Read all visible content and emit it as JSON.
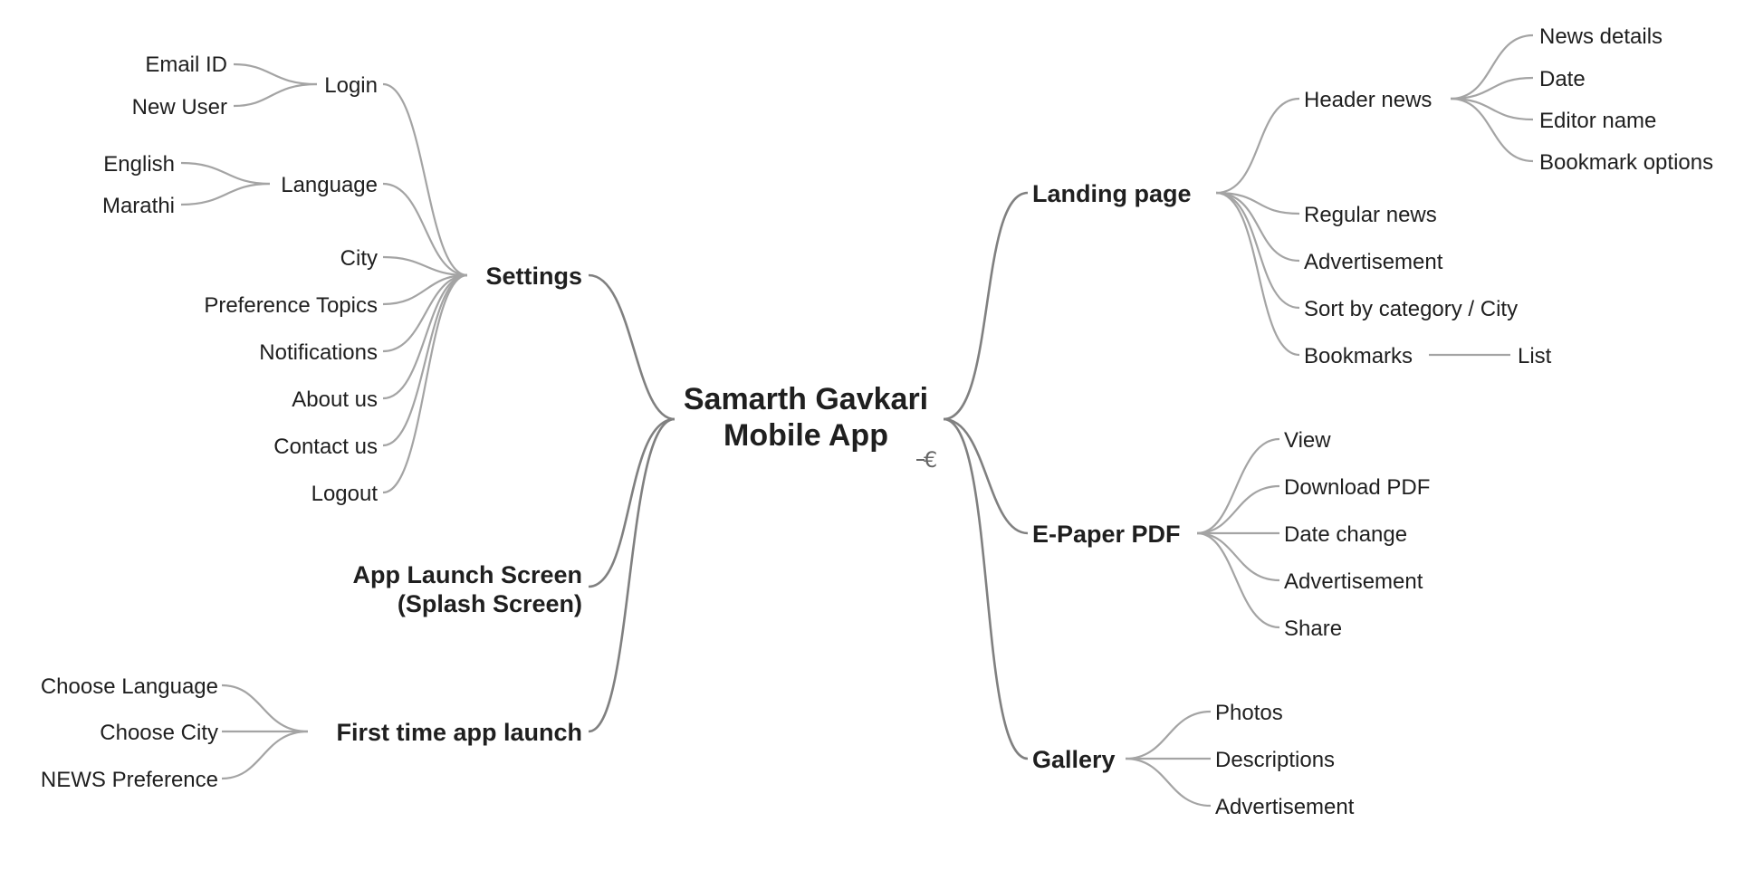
{
  "root": {
    "lines": [
      "Samarth Gavkari",
      "Mobile App"
    ]
  },
  "collapse_icon": "collapse-toggle-icon",
  "branches": {
    "settings": {
      "label": "Settings",
      "children": {
        "login": {
          "label": "Login",
          "children": {
            "email_id": "Email ID",
            "new_user": "New User"
          }
        },
        "language": {
          "label": "Language",
          "children": {
            "english": "English",
            "marathi": "Marathi"
          }
        },
        "city": "City",
        "preference_topics": "Preference Topics",
        "notifications": "Notifications",
        "about_us": "About us",
        "contact_us": "Contact us",
        "logout": "Logout"
      }
    },
    "app_launch": {
      "lines": [
        "App Launch Screen",
        "(Splash Screen)"
      ]
    },
    "first_launch": {
      "label": "First time app launch",
      "children": {
        "choose_language": "Choose Language",
        "choose_city": "Choose City",
        "news_preference": "NEWS Preference"
      }
    },
    "landing": {
      "label": "Landing page",
      "children": {
        "header_news": {
          "label": "Header news",
          "children": {
            "news_details": "News details",
            "date": "Date",
            "editor_name": "Editor name",
            "bookmark_options": "Bookmark options"
          }
        },
        "regular_news": "Regular news",
        "advertisement": "Advertisement",
        "sort_by": "Sort by category / City",
        "bookmarks": {
          "label": "Bookmarks",
          "children": {
            "list": "List"
          }
        }
      }
    },
    "epaper": {
      "label": "E-Paper PDF",
      "children": {
        "view": "View",
        "download_pdf": "Download PDF",
        "date_change": "Date change",
        "advertisement": "Advertisement",
        "share": "Share"
      }
    },
    "gallery": {
      "label": "Gallery",
      "children": {
        "photos": "Photos",
        "descriptions": "Descriptions",
        "advertisement": "Advertisement"
      }
    }
  }
}
